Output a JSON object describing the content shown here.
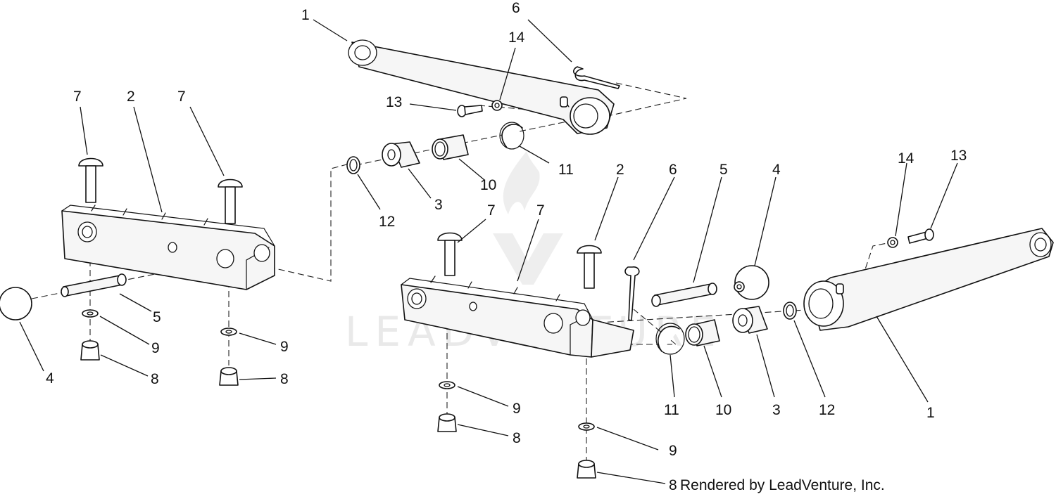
{
  "callouts": [
    {
      "text": "1"
    },
    {
      "text": "6"
    },
    {
      "text": "14"
    },
    {
      "text": "13"
    },
    {
      "text": "11"
    },
    {
      "text": "10"
    },
    {
      "text": "3"
    },
    {
      "text": "12"
    },
    {
      "text": "7"
    },
    {
      "text": "2"
    },
    {
      "text": "7"
    },
    {
      "text": "5"
    },
    {
      "text": "9"
    },
    {
      "text": "4"
    },
    {
      "text": "8"
    },
    {
      "text": "9"
    },
    {
      "text": "8"
    },
    {
      "text": "7"
    },
    {
      "text": "7"
    },
    {
      "text": "2"
    },
    {
      "text": "6"
    },
    {
      "text": "5"
    },
    {
      "text": "4"
    },
    {
      "text": "14"
    },
    {
      "text": "13"
    },
    {
      "text": "11"
    },
    {
      "text": "10"
    },
    {
      "text": "3"
    },
    {
      "text": "12"
    },
    {
      "text": "1"
    },
    {
      "text": "9"
    },
    {
      "text": "8"
    },
    {
      "text": "9"
    },
    {
      "text": "8"
    }
  ],
  "footer": {
    "credit": "Rendered by LeadVenture, Inc."
  },
  "watermark": {
    "text": "LEADVENTURE"
  }
}
